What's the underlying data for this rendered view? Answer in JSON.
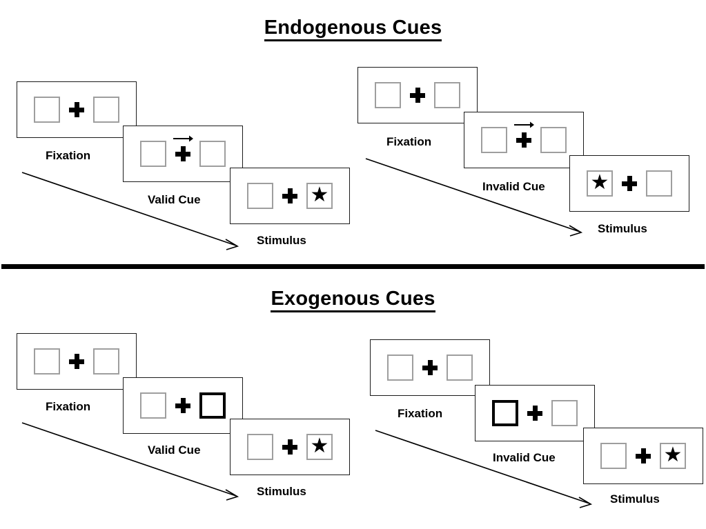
{
  "sections": [
    {
      "id": "endogenous",
      "title": "Endogenous Cues",
      "conditions": [
        {
          "id": "endogenous-valid",
          "frames": [
            {
              "id": "fixation",
              "caption": "Fixation",
              "cue": "none",
              "cue_side": "none",
              "target_side": "none"
            },
            {
              "id": "cue",
              "caption": "Valid Cue",
              "cue": "arrow-right",
              "cue_side": "right",
              "target_side": "none"
            },
            {
              "id": "stimulus",
              "caption": "Stimulus",
              "cue": "none",
              "cue_side": "none",
              "target_side": "right"
            }
          ]
        },
        {
          "id": "endogenous-invalid",
          "frames": [
            {
              "id": "fixation",
              "caption": "Fixation",
              "cue": "none",
              "cue_side": "none",
              "target_side": "none"
            },
            {
              "id": "cue",
              "caption": "Invalid Cue",
              "cue": "arrow-right",
              "cue_side": "right",
              "target_side": "none"
            },
            {
              "id": "stimulus",
              "caption": "Stimulus",
              "cue": "none",
              "cue_side": "none",
              "target_side": "left"
            }
          ]
        }
      ]
    },
    {
      "id": "exogenous",
      "title": "Exogenous Cues",
      "conditions": [
        {
          "id": "exogenous-valid",
          "frames": [
            {
              "id": "fixation",
              "caption": "Fixation",
              "cue": "none",
              "cue_side": "none",
              "target_side": "none"
            },
            {
              "id": "cue",
              "caption": "Valid Cue",
              "cue": "box-highlight",
              "cue_side": "right",
              "target_side": "none"
            },
            {
              "id": "stimulus",
              "caption": "Stimulus",
              "cue": "none",
              "cue_side": "none",
              "target_side": "right"
            }
          ]
        },
        {
          "id": "exogenous-invalid",
          "frames": [
            {
              "id": "fixation",
              "caption": "Fixation",
              "cue": "none",
              "cue_side": "none",
              "target_side": "none"
            },
            {
              "id": "cue",
              "caption": "Invalid Cue",
              "cue": "box-highlight",
              "cue_side": "left",
              "target_side": "none"
            },
            {
              "id": "stimulus",
              "caption": "Stimulus",
              "cue": "none",
              "cue_side": "none",
              "target_side": "right"
            }
          ]
        }
      ]
    }
  ],
  "glyphs": {
    "star": "★",
    "fixation_plus": "plus-icon",
    "arrow_right": "arrow-right-icon",
    "time_arrow": "time-arrow-icon"
  },
  "colors": {
    "ink": "#000000",
    "panel_border": "#1a1a1a",
    "square_border": "#9e9e9e",
    "cued_square_border": "#000000",
    "background": "#ffffff"
  },
  "labels": {
    "endogenous_title": "Endogenous Cues",
    "exogenous_title": "Exogenous Cues",
    "fixation": "Fixation",
    "valid_cue": "Valid Cue",
    "invalid_cue": "Invalid Cue",
    "stimulus": "Stimulus"
  }
}
